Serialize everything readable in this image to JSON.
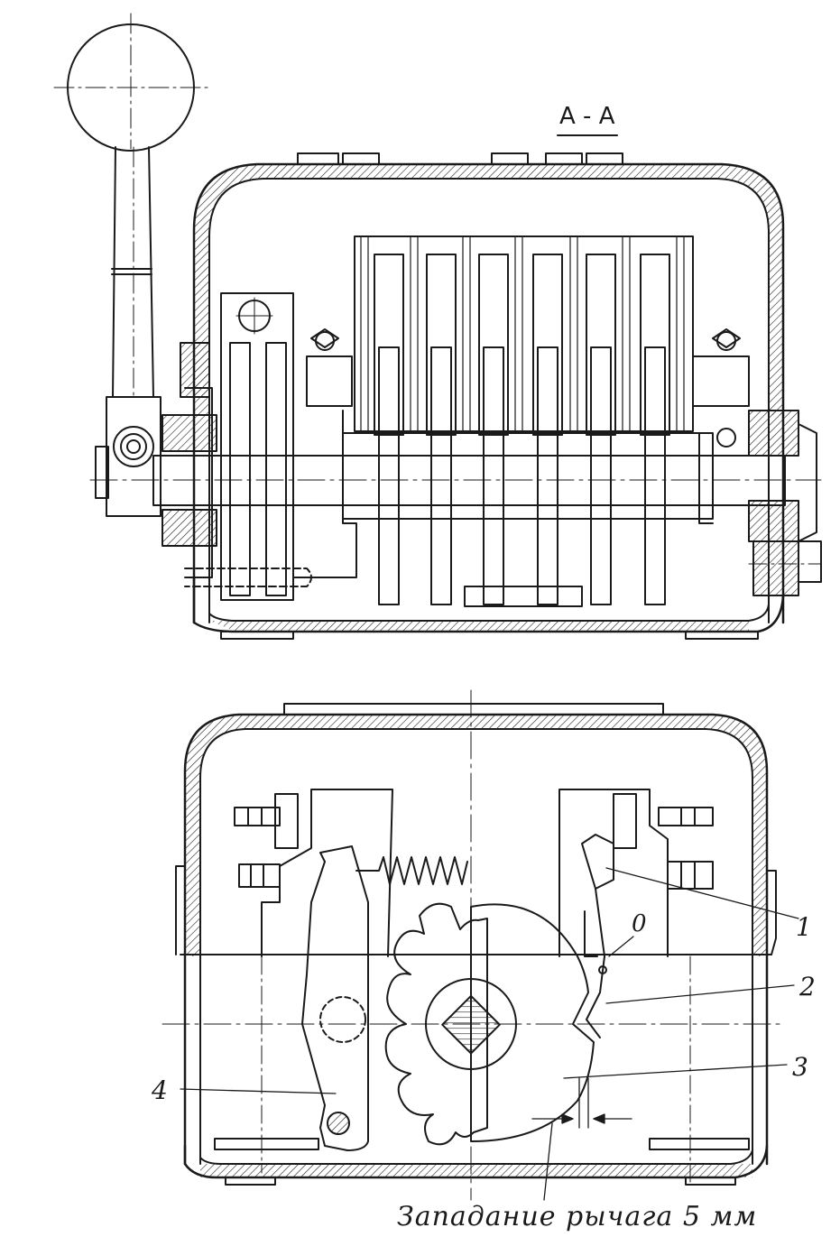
{
  "section_label": "A - A",
  "callouts": {
    "c1": "1",
    "c2": "2",
    "c3": "3",
    "c4": "4",
    "c0": "0"
  },
  "caption": "Западание рычага 5 мм"
}
